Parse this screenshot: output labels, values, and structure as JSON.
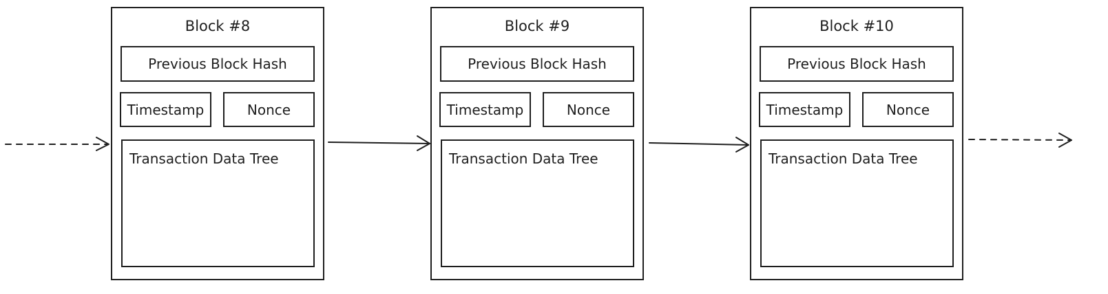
{
  "blocks": [
    {
      "title": "Block #8",
      "prev_hash": "Previous Block Hash",
      "timestamp": "Timestamp",
      "nonce": "Nonce",
      "transactions": "Transaction Data Tree"
    },
    {
      "title": "Block #9",
      "prev_hash": "Previous Block Hash",
      "timestamp": "Timestamp",
      "nonce": "Nonce",
      "transactions": "Transaction Data Tree"
    },
    {
      "title": "Block #10",
      "prev_hash": "Previous Block Hash",
      "timestamp": "Timestamp",
      "nonce": "Nonce",
      "transactions": "Transaction Data Tree"
    }
  ],
  "connectors": [
    {
      "from": "previous",
      "to": "Block #8",
      "style": "dashed"
    },
    {
      "from": "Block #8",
      "to": "Block #9",
      "style": "solid"
    },
    {
      "from": "Block #9",
      "to": "Block #10",
      "style": "solid"
    },
    {
      "from": "Block #10",
      "to": "next",
      "style": "dashed"
    }
  ],
  "colors": {
    "stroke": "#1e1e1e",
    "background": "#ffffff"
  }
}
